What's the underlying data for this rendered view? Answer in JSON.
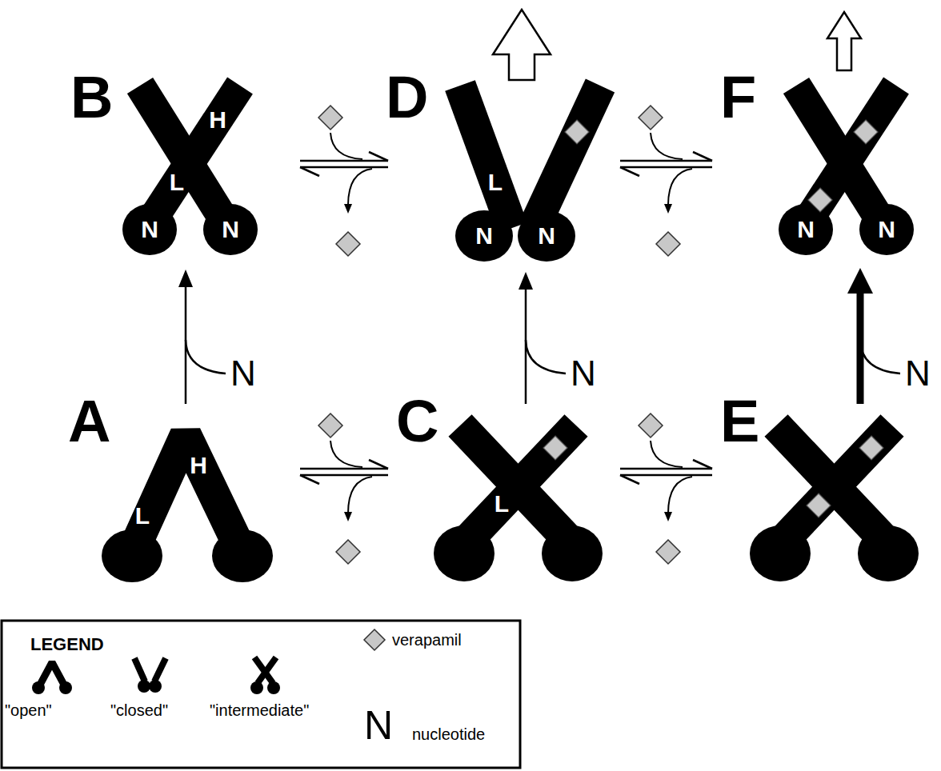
{
  "diagram": {
    "nodes": [
      {
        "text": [
          "A",
          "L",
          "H"
        ]
      },
      {
        "text": [
          "B",
          "H",
          "L",
          "N",
          "N"
        ]
      },
      {
        "text": [
          "C",
          "L"
        ]
      },
      {
        "text": [
          "D",
          "L",
          "N",
          "N"
        ]
      },
      {
        "text": [
          "E"
        ]
      },
      {
        "text": [
          "F",
          "N",
          "N"
        ]
      }
    ],
    "edges": [
      {
        "from": 0,
        "to": 1,
        "arrow": "to",
        "label": "N"
      },
      {
        "from": 0,
        "to": 2,
        "arrow": "both"
      },
      {
        "from": 1,
        "to": 3,
        "arrow": "both"
      },
      {
        "from": 2,
        "to": 3,
        "arrow": "to",
        "label": "N"
      },
      {
        "from": 2,
        "to": 4,
        "arrow": "both"
      },
      {
        "from": 3,
        "to": 5,
        "arrow": "both"
      },
      {
        "from": 4,
        "to": 5,
        "arrow": "to",
        "label": "N"
      }
    ],
    "labels": [
      "LEGEND",
      "N"
    ],
    "legend": [
      {
        "text": "\"open\""
      },
      {
        "text": "\"closed\""
      },
      {
        "text": "\"intermediate\""
      },
      {
        "text": "verapamil"
      },
      {
        "text": "nucleotide"
      }
    ]
  }
}
